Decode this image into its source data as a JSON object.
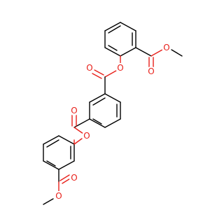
{
  "figure": {
    "type": "chemical-structure",
    "atom_color_oxygen": "#e8201a",
    "bond_color": "#000000",
    "background": "#ffffff"
  },
  "atoms": {
    "o_methyl_top": "O",
    "o_carbonyl_top_ester": "O",
    "o_ester_top": "O",
    "o_carbonyl_top_link": "O",
    "o_carbonyl_bottom_link": "O",
    "o_ester_bottom": "O",
    "o_carbonyl_bottom_ester": "O",
    "o_methyl_bottom": "O"
  }
}
